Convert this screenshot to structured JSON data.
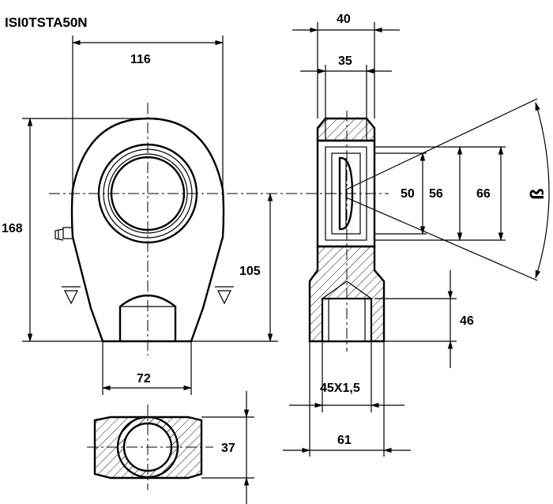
{
  "part_code": "ISI0TSTA50N",
  "dimensions": {
    "width_top": "116",
    "height_total": "168",
    "center_height": "105",
    "base_width": "72",
    "section_height": "37",
    "side_width_40": "40",
    "side_width_35": "35",
    "bore_50": "50",
    "bore_56": "56",
    "bore_66": "66",
    "angle_beta": "ß",
    "thread_depth": "46",
    "thread_size": "45X1,5",
    "side_base_width": "61"
  }
}
